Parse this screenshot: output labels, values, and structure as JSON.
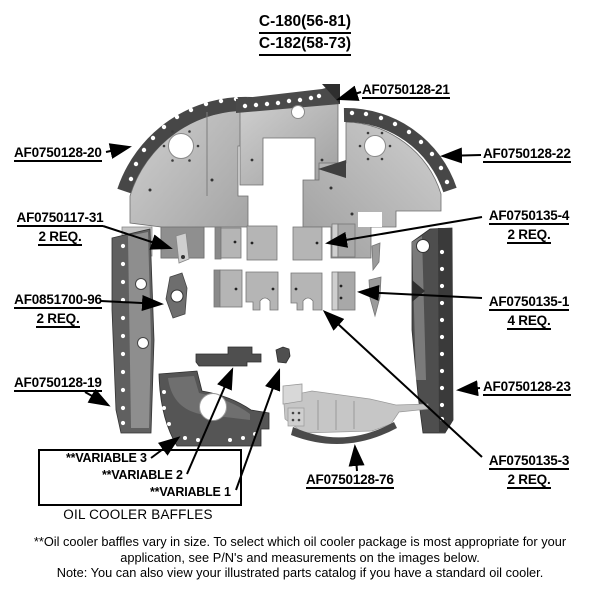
{
  "title": {
    "line1": "C-180(56-81)",
    "line2": "C-182(58-73)"
  },
  "labels": {
    "af0750128_21": {
      "text": "AF0750128-21"
    },
    "af0750128_20": {
      "text": "AF0750128-20"
    },
    "af0750128_22": {
      "text": "AF0750128-22"
    },
    "af0750117_31": {
      "text": "AF0750117-31",
      "req": "2 REQ."
    },
    "af0750135_4": {
      "text": "AF0750135-4",
      "req": "2 REQ."
    },
    "af0851700_96": {
      "text": "AF0851700-96",
      "req": "2 REQ."
    },
    "af0750135_1": {
      "text": "AF0750135-1",
      "req": "4 REQ."
    },
    "af0750128_19": {
      "text": "AF0750128-19"
    },
    "af0750128_23": {
      "text": "AF0750128-23"
    },
    "af0750135_3": {
      "text": "AF0750135-3",
      "req": "2 REQ."
    },
    "af0750128_76": {
      "text": "AF0750128-76"
    }
  },
  "variable_box": {
    "item3": "**VARIABLE 3",
    "item2": "**VARIABLE 2",
    "item1": "**VARIABLE 1",
    "caption": "OIL COOLER BAFFLES"
  },
  "footnote": {
    "line1": "**Oil cooler baffles vary in size. To select which oil cooler package is most appropriate for your",
    "line2": "application, see P/N's and measurements on the images below.",
    "line3": "Note: You can also view your illustrated parts catalog if you have a standard oil cooler."
  },
  "colors": {
    "ink": "#000000",
    "background": "#ffffff",
    "metal_light": "#c2c2c2",
    "metal_mid": "#8a8a8a",
    "metal_dark": "#4a4a4a"
  }
}
